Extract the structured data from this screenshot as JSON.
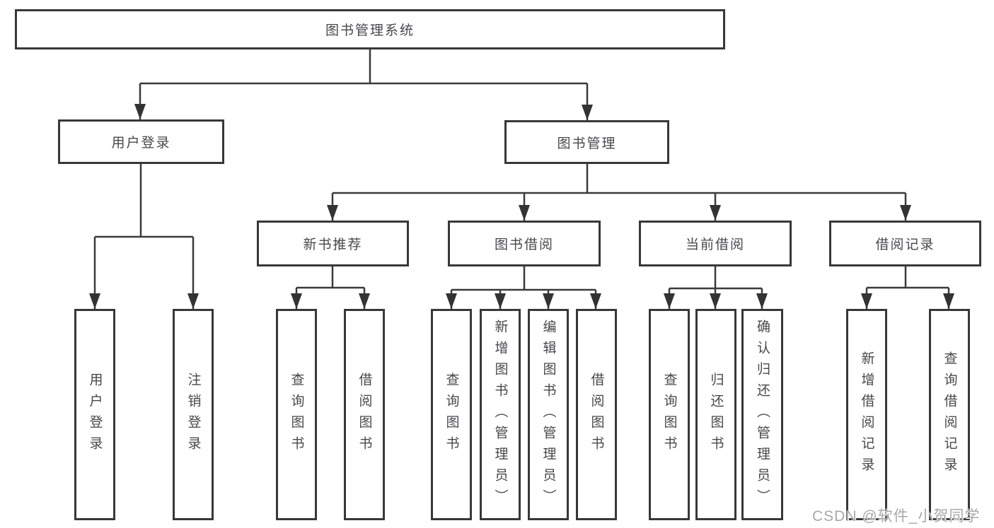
{
  "diagram": {
    "root": "图书管理系统",
    "level2": {
      "user_login": "用户登录",
      "book_mgmt": "图书管理"
    },
    "level3": {
      "new_books": "新书推荐",
      "book_borrow": "图书借阅",
      "current_borrow": "当前借阅",
      "borrow_records": "借阅记录"
    },
    "leaves": {
      "user_login": "用户登录",
      "logout": "注销登录",
      "nb_query": "查询图书",
      "nb_borrow": "借阅图书",
      "bb_query": "查询图书",
      "bb_add": "新增图书（管理员）",
      "bb_edit": "编辑图书（管理员）",
      "bb_borrow": "借阅图书",
      "cb_query": "查询图书",
      "cb_return": "归还图书",
      "cb_confirm": "确认归还（管理员）",
      "br_add": "新增借阅记录",
      "br_query": "查询借阅记录"
    }
  },
  "watermark": "CSDN @软件_小贺同学",
  "colors": {
    "line": "#3a3a3a",
    "border": "#383838",
    "text": "#47484c",
    "watermark": "#a8a8a8",
    "background": "#ffffff"
  }
}
